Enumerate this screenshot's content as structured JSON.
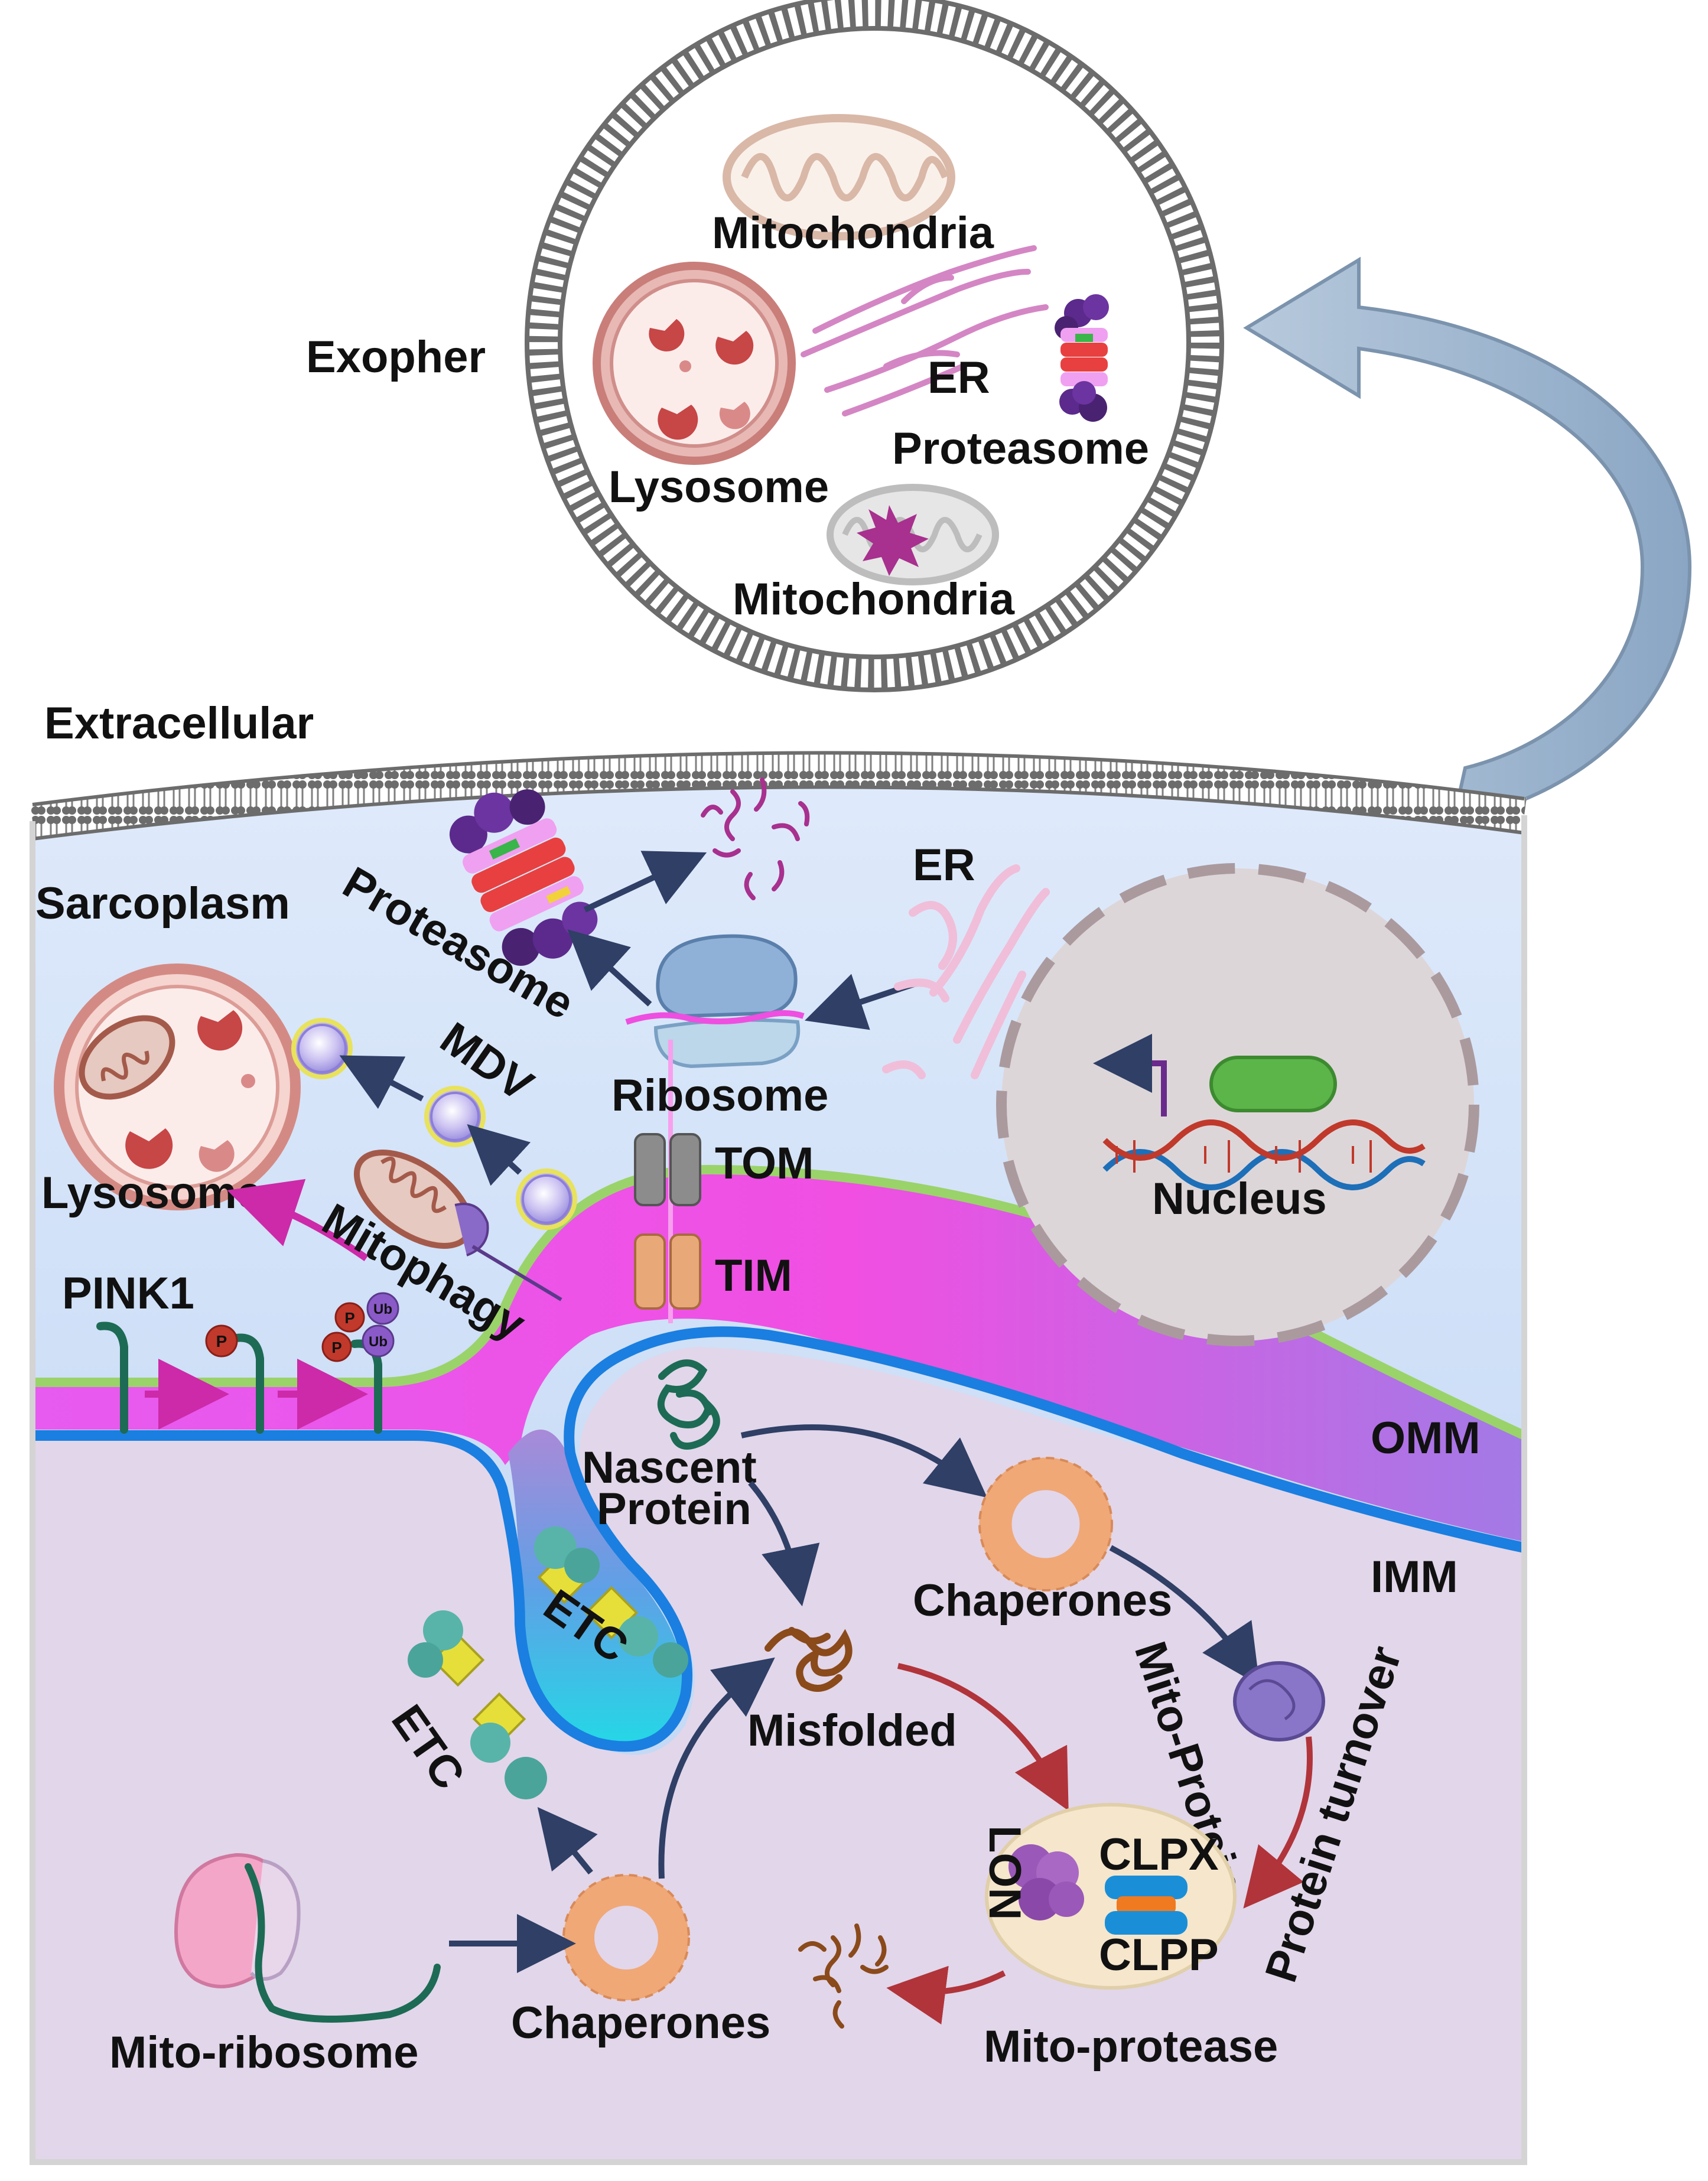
{
  "exopher": {
    "title": "Exopher",
    "mitochondria_top": "Mitochondria",
    "lysosome": "Lysosome",
    "er": "ER",
    "proteasome": "Proteasome",
    "mitochondria_bottom": "Mitochondria"
  },
  "cell": {
    "extracellular": "Extracellular",
    "sarcoplasm": "Sarcoplasm",
    "proteasome": "Proteasome",
    "er": "ER",
    "ribosome": "Ribosome",
    "nucleus": "Nucleus",
    "mdv": "MDV",
    "lysosome": "Lysosome",
    "mitophagy": "Mitophagy",
    "pink1": "PINK1",
    "tom": "TOM",
    "tim": "TIM",
    "omm": "OMM",
    "imm": "IMM",
    "nascent_protein_line1": "Nascent",
    "nascent_protein_line2": "Protein",
    "chaperones_upper": "Chaperones",
    "mito_protein": "Mito-Protein",
    "protein_turnover": "Protein turnover",
    "etc_upper": "ETC",
    "etc_lower": "ETC",
    "misfolded": "Misfolded",
    "lon": "LON",
    "clpx": "CLPX",
    "clpp": "CLPP",
    "mito_protease": "Mito-protease",
    "chaperones_lower": "Chaperones",
    "mito_ribosome": "Mito-ribosome",
    "phospho_badge": "P",
    "ubiquitin_badge": "Ub"
  },
  "colors": {
    "sarcoplasm_top": "#c4dcf6",
    "matrix": "#e2d6ea",
    "omm_line": "#9ad36a",
    "intermembrane": "#ee4fe0",
    "imm_line": "#1a7fe0",
    "arrow_navy": "#2f3f66",
    "arrow_magenta": "#cc2aa8",
    "arrow_red": "#b0343a",
    "lysosome_red": "#c74646",
    "chaperone_orange": "#f0a877"
  }
}
